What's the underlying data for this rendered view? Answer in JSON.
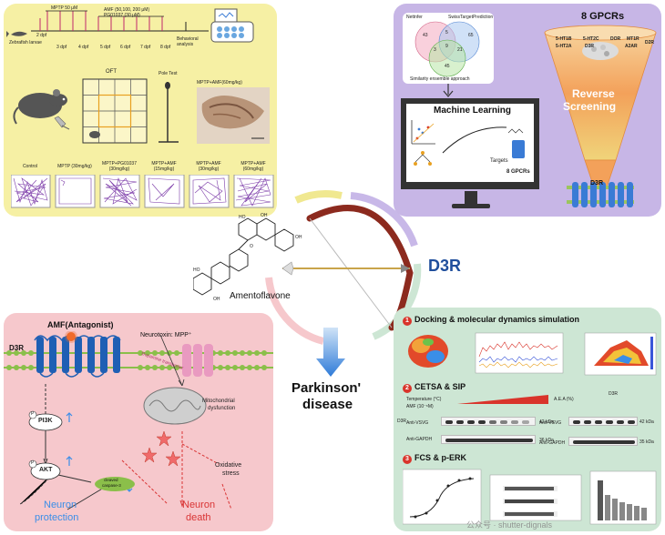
{
  "top_left": {
    "timeline": {
      "larvae_label": "Zebrafish larvae",
      "days": [
        "2 dpf",
        "3 dpf",
        "4 dpf",
        "5 dpf",
        "6 dpf",
        "7 dpf",
        "8 dpf"
      ],
      "mptp_label": "MPTP 50 μM",
      "amf_label": "AMF (50,100, 200 μM)",
      "pg_label": "PG01037 (30 μM)",
      "behavioral_label": "Behavioral analysis"
    },
    "oft_label": "OFT",
    "pole_label": "Pole Test",
    "ihc_label": "MPTP+AMF(60mg/kg)",
    "groups": [
      "Control",
      "MPTP (30mg/kg)",
      "MPTP+PG01037 (30mg/kg)",
      "MPTP+AMF (15mg/kg)",
      "MPTP+AMF (30mg/kg)",
      "MPTP+AMF (60mg/kg)"
    ]
  },
  "top_right": {
    "venn": {
      "set_a": "Nettnfer",
      "set_b": "SwissTargetPrediction",
      "set_c": "Similarity ensemble approach",
      "numbers": [
        "43",
        "5",
        "65",
        "3",
        "9",
        "21",
        "45"
      ]
    },
    "ml_title": "Machine Learning",
    "targets_label": "Targets",
    "gpcrs_small": "8 GPCRs",
    "gpcrs_title": "8 GPCRs",
    "receptors": [
      "5-HT1B",
      "5-HT2C",
      "5-HT2A",
      "DOR",
      "D3R",
      "MT1R",
      "A2AR",
      "D2R"
    ],
    "funnel_line1": "Reverse",
    "funnel_line2": "Screening",
    "d3r_label": "D3R"
  },
  "center": {
    "compound": "Amentoflavone",
    "target": "D3R",
    "disease_line1": "Parkinson'",
    "disease_line2": "disease"
  },
  "bottom_left": {
    "title": "AMF(Antagonist)",
    "d3r_label": "D3R",
    "neurotoxin": "Neurotoxin: MPP⁺",
    "transporter": "Dopamine transporter",
    "mito_line1": "Mitochondrial",
    "mito_line2": "dysfunction",
    "pi3k": "PI3K",
    "akt": "AKT",
    "p_label": "P",
    "caspase_line1": "cleaved",
    "caspase_line2": "caspase-3",
    "ox_line1": "Oxidative",
    "ox_line2": "stress",
    "protection_line1": "Neuron",
    "protection_line2": "protection",
    "death_line1": "Neuron",
    "death_line2": "death"
  },
  "bottom_right": {
    "s1_num": "1",
    "s1_title": "Docking & molecular dynamics simulation",
    "s2_num": "2",
    "s2_title": "CETSA & SIP",
    "s3_num": "3",
    "s3_title": "FCS & p-ERK",
    "temp_label": "Temperature (°C)",
    "amf_conc": "AMF (10⁻⁶M)",
    "aea_label": "A.E.A (%)",
    "d3r_blot": "D3R",
    "anti_vsvg": "Anti-VSVG",
    "anti_gapdh": "Anti-GAPDH",
    "kda42": "42 kDa",
    "kda36": "36 kDa",
    "kda42b": "42 kDa",
    "kda35": "35 kDa"
  },
  "watermark": "公众号 · shutter-dignals"
}
